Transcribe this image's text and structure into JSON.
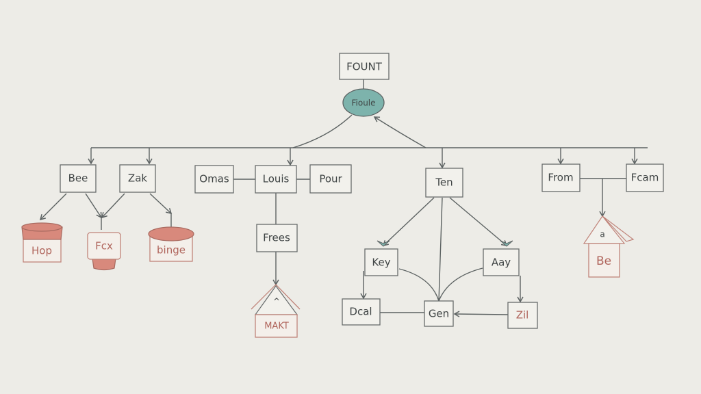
{
  "diagram": {
    "root": "FOUNT",
    "hub": "Fioule",
    "level1": [
      "Bee",
      "Zak",
      "Omas",
      "Louis",
      "Pour",
      "Ten",
      "From",
      "Fcam"
    ],
    "containers": [
      "Hop",
      "Fcx",
      "binge"
    ],
    "frees": "Frees",
    "make": "MAKT",
    "make_symbol": "^",
    "ten_children": [
      "Key",
      "Aay",
      "Dcal",
      "Gen",
      "Zil"
    ],
    "be": "Be",
    "be_symbol": "a",
    "colors": {
      "background": "#edece7",
      "stroke": "#5c6262",
      "accent_teal": "#7db3ac",
      "accent_red": "#d8897c"
    }
  }
}
